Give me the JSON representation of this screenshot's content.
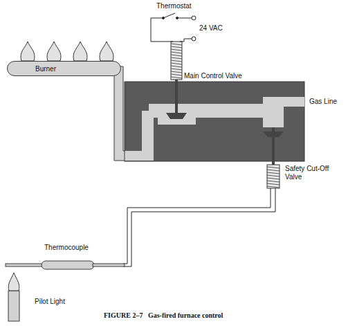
{
  "diagram": {
    "caption": "FIGURE 2–7   Gas-fired furnace control",
    "nodes": [
      {
        "text": [
          "Burner"
        ]
      }
    ],
    "labels": [
      "Thermostat",
      "24 VAC",
      "Main Control Valve",
      "Gas Line",
      "Safety Cut-Off Valve",
      "Thermocouple",
      "Pilot Light"
    ]
  }
}
